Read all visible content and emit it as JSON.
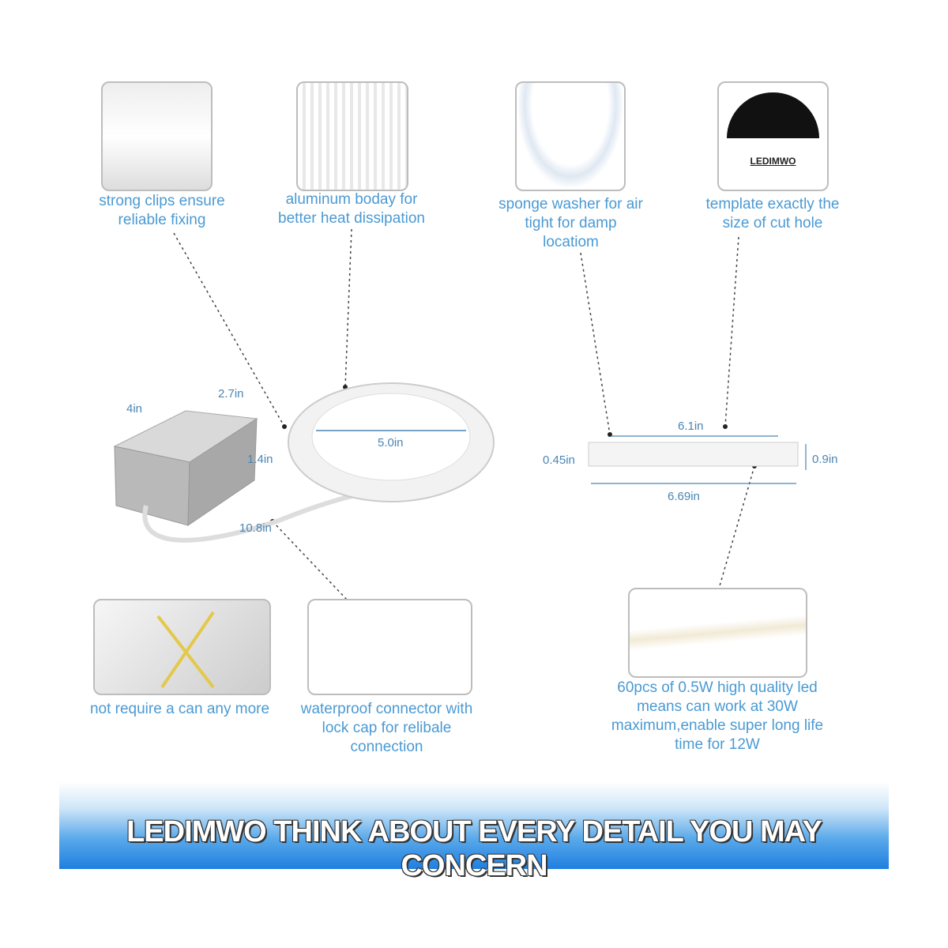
{
  "features": [
    {
      "caption": "strong clips ensure reliable fixing",
      "icon": "spring-clip-icon"
    },
    {
      "caption": "aluminum boday for better heat dissipation",
      "icon": "aluminum-body-icon"
    },
    {
      "caption": "sponge washer for air tight for damp locatiom",
      "icon": "sponge-washer-icon"
    },
    {
      "caption": "template exactly the size of cut hole",
      "icon": "template-icon"
    },
    {
      "caption": "not require a can any more",
      "icon": "no-can-icon"
    },
    {
      "caption": "waterproof connector with lock cap for relibale connection",
      "icon": "connector-icon"
    },
    {
      "caption": "60pcs of 0.5W high quality led means can work at 30W maximum,enable super long life time for 12W",
      "icon": "led-strip-icon"
    }
  ],
  "template_logo": "LEDIMWO",
  "dimensions": {
    "box_length": "4in",
    "box_width": "2.7in",
    "box_height": "1.4in",
    "panel_diameter": "5.0in",
    "cable_length": "10.8in",
    "cutout": "6.1in",
    "overall": "6.69in",
    "panel_thickness": "0.45in",
    "total_height": "0.9in"
  },
  "banner": {
    "text": "LEDIMWO THINK ABOUT EVERY DETAIL YOU MAY CONCERN"
  },
  "colors": {
    "caption": "#4a9ad3",
    "banner_blue": "#1f7fe0"
  }
}
